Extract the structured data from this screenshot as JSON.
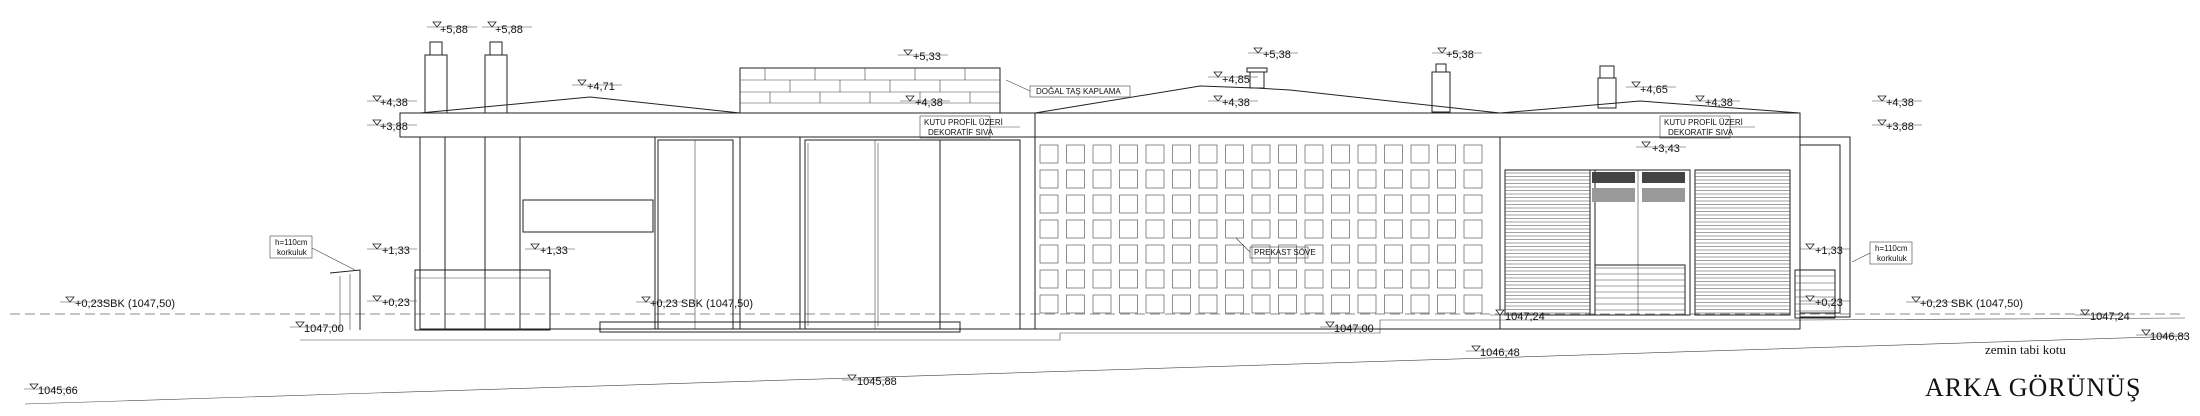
{
  "title": "ARKA GÖRÜNÜŞ",
  "ground_label": "zemin tabi kotu",
  "levels": {
    "chimney_left_1": "+5,88",
    "chimney_left_2": "+5,88",
    "stone_top": "+5,33",
    "roof_left": "+4,71",
    "parapet_left": "+4,38",
    "slab_left": "+3,88",
    "stone_bottom": "+4,38",
    "chim_mid": "+5,38",
    "roof_mid": "+4,85",
    "parapet_mid": "+4,38",
    "chim_right": "+5,38",
    "roof_right": "+4,65",
    "parapet_right": "+4,38",
    "right_wall_top": "+4,38",
    "right_wall_slab": "+3,88",
    "inner_right": "+3,43",
    "rail_left": "+1,33",
    "rail_mid": "+1,33",
    "rail_right": "+1,33",
    "floor_left": "+0,23",
    "floor_right": "+0,23",
    "sbk_left": "+0,23SBK (1047,50)",
    "sbk_mid": "+0,23 SBK (1047,50)",
    "sbk_right": "+0,23 SBK (1047,50)",
    "elev_1047_24_a": "1047,24",
    "elev_1047_24_b": "1047,24",
    "elev_1047_00_a": "1047,00",
    "elev_1047_00_b": "1047,00",
    "elev_1046_48": "1046,48",
    "elev_1046_83": "1046,83",
    "elev_1045_66": "1045,66",
    "elev_1045_88": "1045,88"
  },
  "labels": {
    "stone": "DOĞAL TAŞ KAPLAMA",
    "profile_l1": "KUTU PROFİL ÜZERİ",
    "profile_l2": "DEKORATİF SIVA",
    "profile_r1": "KUTU PROFİL ÜZERİ",
    "profile_r2": "DEKORATİF SIVA",
    "sove": "PREKAST SÖVE",
    "rail_l1": "h=110cm",
    "rail_l2": "korkuluk",
    "rail_r1": "h=110cm",
    "rail_r2": "korkuluk"
  }
}
